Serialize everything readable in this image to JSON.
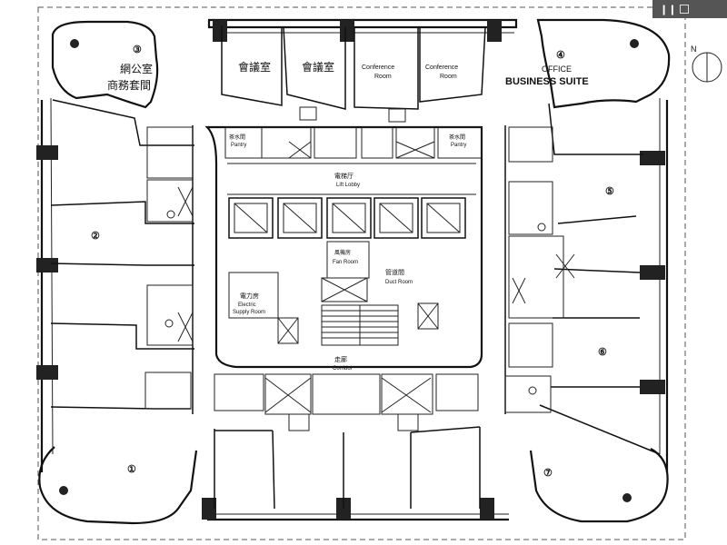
{
  "corner_widget": {
    "text": "▐▐ ⬚"
  },
  "compass": {
    "label": "N"
  },
  "suites": {
    "s1": "①",
    "s2": "②",
    "s3": "③",
    "s4": "④",
    "s5": "⑤",
    "s6": "⑥",
    "s7": "⑦"
  },
  "suite3_cn": {
    "line1": "網公室",
    "line2": "商務套間"
  },
  "suite4_en": {
    "line1": "OFFICE",
    "line2": "BUSINESS SUITE"
  },
  "rooms": {
    "meeting_a": "會議室",
    "meeting_b": "會議室",
    "conf_a_1": "Conference",
    "conf_a_2": "Room",
    "conf_b_1": "Conference",
    "conf_b_2": "Room"
  },
  "core": {
    "pantry_l_cn": "茶水間",
    "pantry_l": "Pantry",
    "pantry_r_cn": "茶水間",
    "pantry_r": "Pantry",
    "lift_lobby_cn": "電梯厅",
    "lift_lobby": "Lift Lobby",
    "fan_cn": "風機房",
    "fan": "Fan Room",
    "duct_cn": "管道間",
    "duct": "Duct Room",
    "elec_cn": "電力房",
    "elec_1": "Electric",
    "elec_2": "Supply Room",
    "corridor_cn": "走廊",
    "corridor": "Corridor"
  }
}
